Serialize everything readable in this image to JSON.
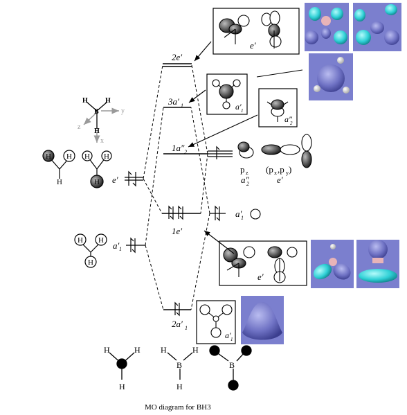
{
  "caption": "MO diagram for BH3",
  "orbital_levels": {
    "two_e_prime": "2e′",
    "three_a1_prime": "3a′",
    "three_a1_prime_sub": "1",
    "one_a2_dprime": "1a″",
    "one_a2_dprime_sub": "2",
    "one_e_prime": "1e′",
    "two_a1_prime": "2a′",
    "two_a1_prime_sub": "1"
  },
  "ligand_labels": {
    "e_prime": "e′",
    "a1_prime": "a′",
    "a1_prime_sub": "1"
  },
  "boron_labels": {
    "pz": "p",
    "pz_sub": "z",
    "a2_dprime": "a″",
    "a2_dprime_sub": "2",
    "pxpy_open": "(p",
    "px_sub": "x",
    "comma_py": ",p",
    "py_sub": "y",
    "pxpy_close": ")",
    "e_prime": "e′",
    "a1_prime": "a′",
    "a1_prime_sub": "1"
  },
  "box_labels": {
    "top_e_prime": "e′",
    "a1_prime_box": "a′",
    "a1_prime_box_sub": "1",
    "a2_dprime_box": "a″",
    "a2_dprime_box_sub": "2",
    "mid_e_prime": "e′",
    "bottom_a1_prime": "a′",
    "bottom_a1_prime_sub": "1"
  },
  "axes": {
    "x": "x",
    "y": "y",
    "z": "z"
  },
  "atoms": {
    "H": "H",
    "B": "B"
  },
  "colors": {
    "render_bg": "#7b7fce",
    "lobe_blue": "#6f72c4",
    "lobe_cyan": "#2fd0d6",
    "boron_pink": "#e8b4b8",
    "axis_gray": "#9a9a9a"
  }
}
